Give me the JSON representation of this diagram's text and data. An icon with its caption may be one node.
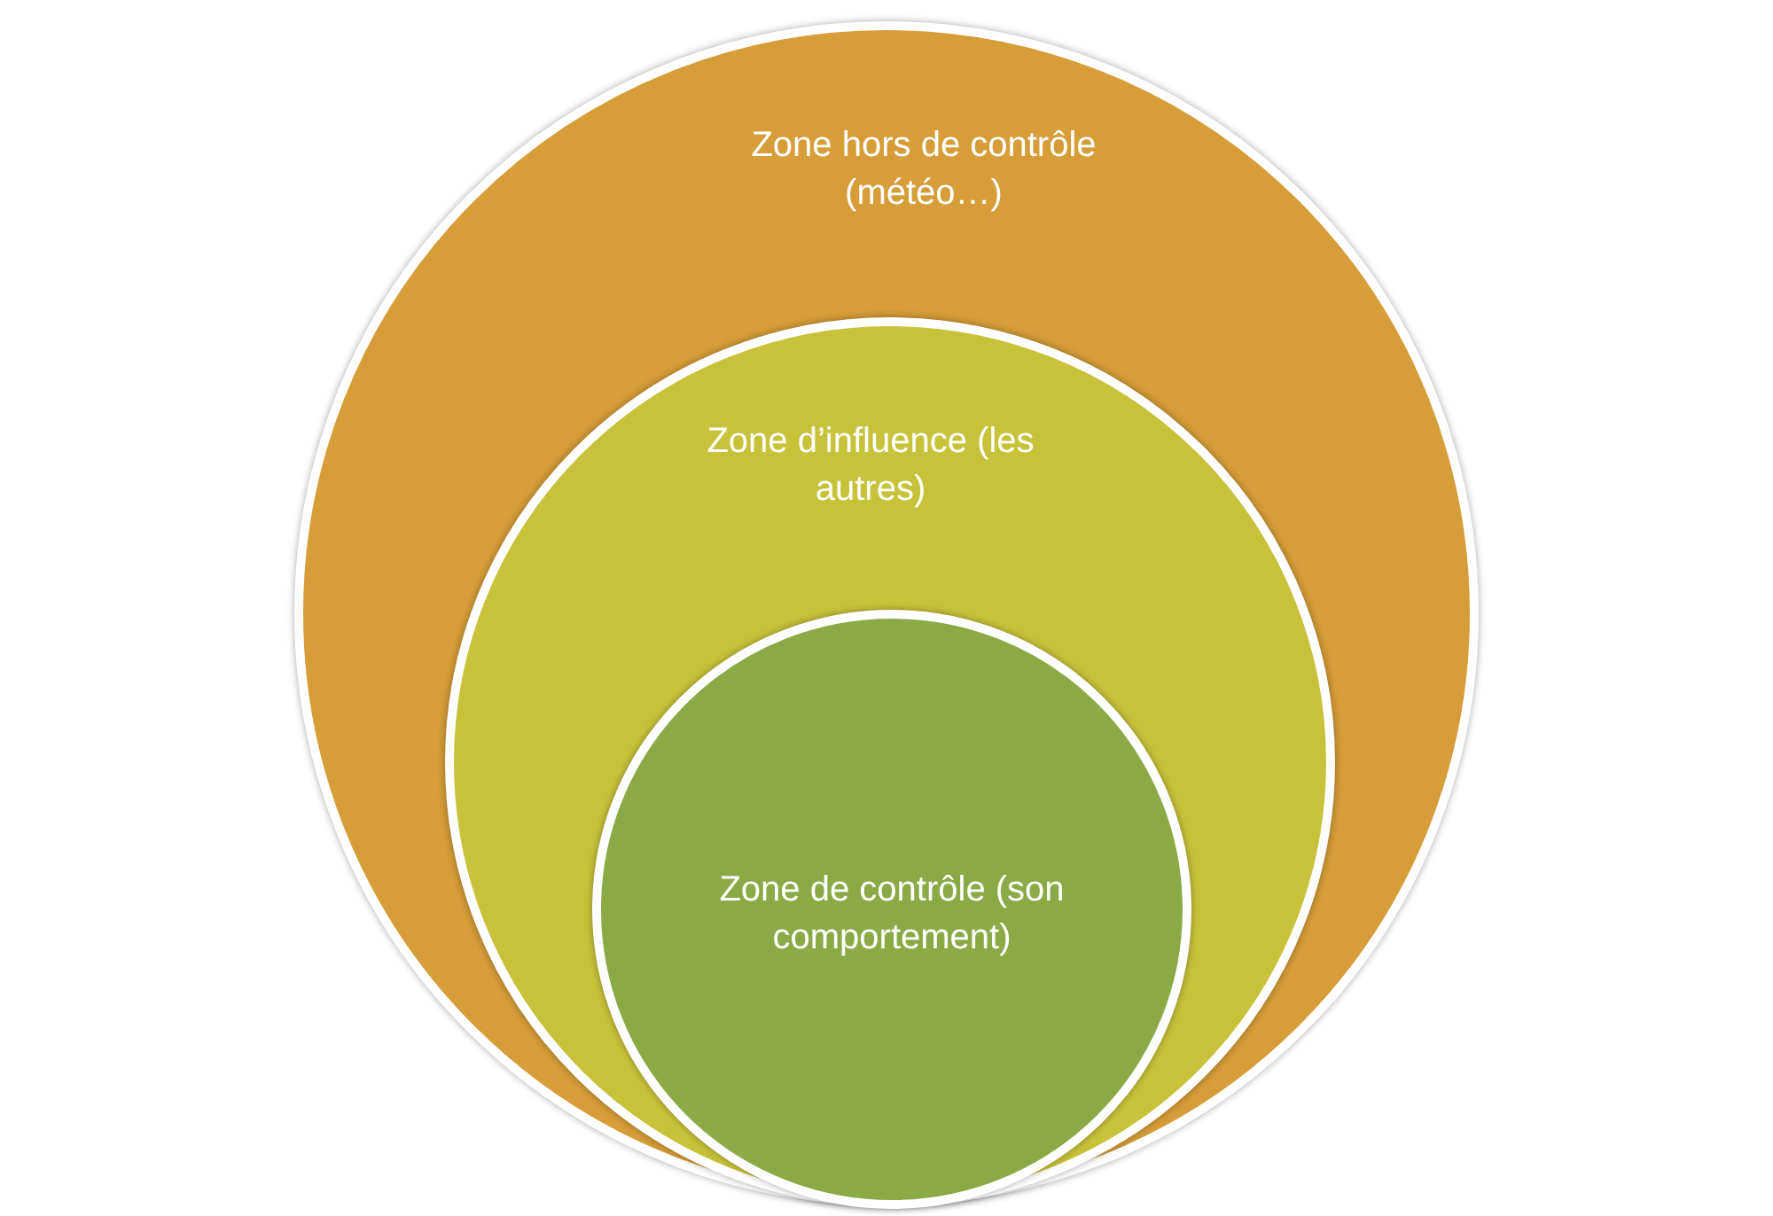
{
  "diagram": {
    "nodes": [
      {
        "text": [
          "Zone hors de contrôle (météo…)"
        ]
      },
      {
        "text": [
          "Zone d’influence (les autres)"
        ],
        "in": 0
      },
      {
        "text": [
          "Zone de contrôle (son comportement)"
        ],
        "in": 1
      }
    ]
  }
}
